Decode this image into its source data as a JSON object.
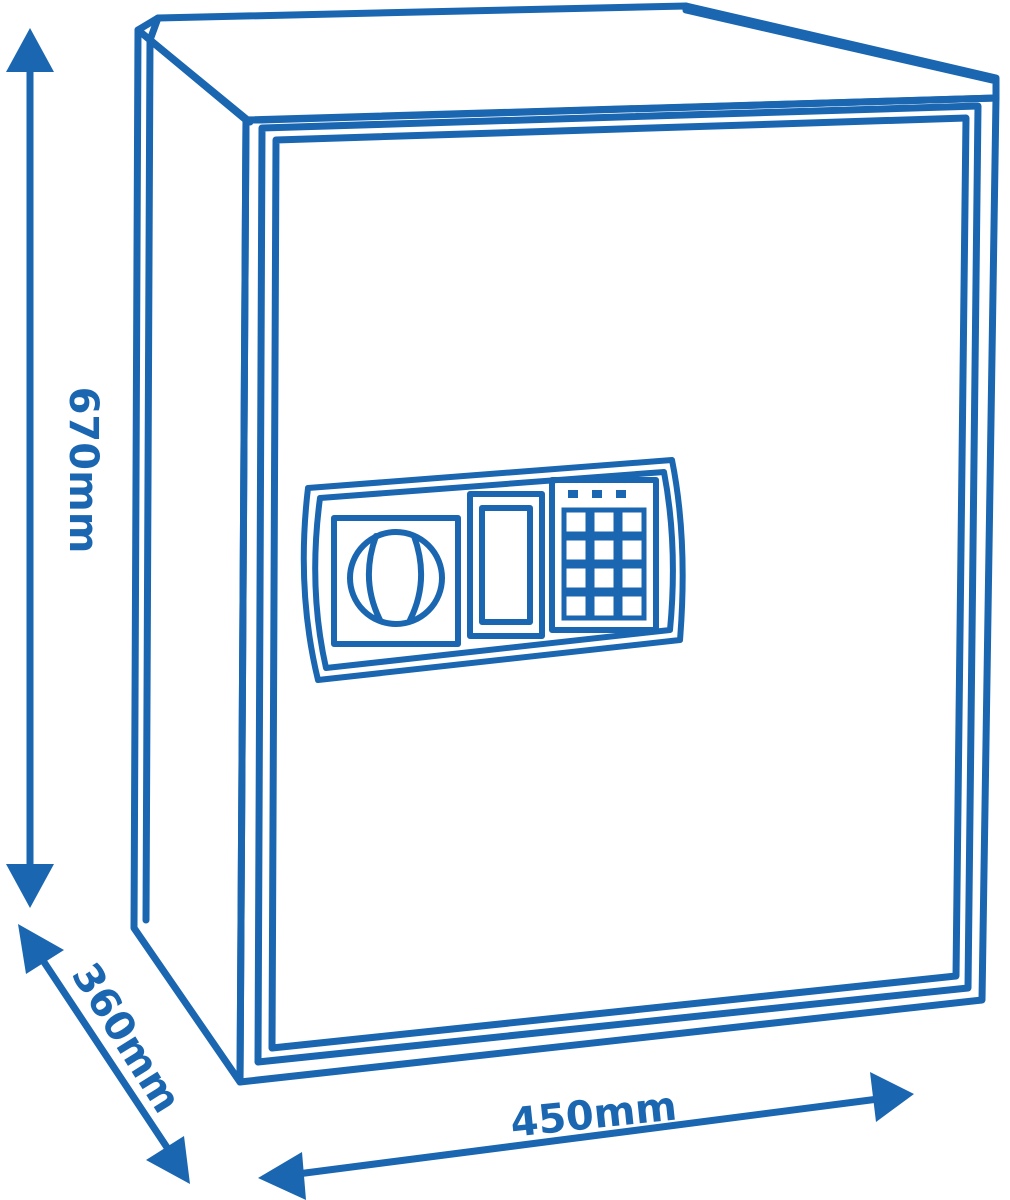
{
  "dimensions": {
    "height_label": "670mm",
    "width_label": "450mm",
    "depth_label": "360mm"
  },
  "colors": {
    "line": "#1a66b0",
    "label": "#1a66b0",
    "background": "#ffffff"
  },
  "safe": {
    "keypad_rows": 4,
    "keypad_cols": 3,
    "indicator_lights": 3
  }
}
